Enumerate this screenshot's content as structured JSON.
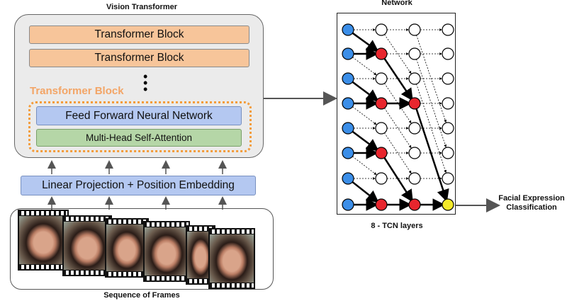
{
  "vit": {
    "title": "Vision Transformer",
    "blocks": [
      "Transformer Block",
      "Transformer Block"
    ],
    "expanded_block_label": "Transformer Block",
    "ffnn": "Feed Forward Neural Network",
    "mhsa": "Multi-Head Self-Attention",
    "embedding": "Linear Projection + Position Embedding"
  },
  "frames": {
    "caption": "Sequence of Frames",
    "count": 6
  },
  "tcn": {
    "title": "Network",
    "caption": "8 - TCN layers",
    "output": "Facial Expression Classification",
    "output_line1": "Facial Expression",
    "output_line2": "Classification",
    "colors": {
      "input": "#3b8ee8",
      "active": "#e8262e",
      "output": "#f4ea2a",
      "idle": "#ffffff"
    }
  },
  "colors": {
    "transformer_block": "#f7c59a",
    "ffnn": "#b4c8f1",
    "mhsa": "#b5d6a7",
    "vit_background": "#ebebeb",
    "dotted_orange": "#f39c3b"
  }
}
